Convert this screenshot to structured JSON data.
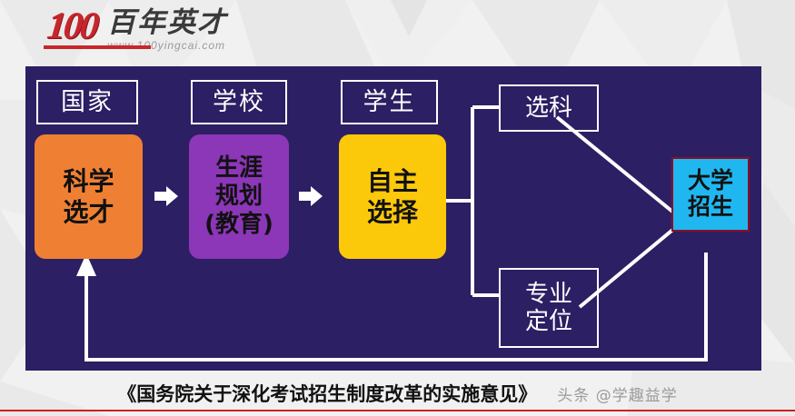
{
  "header": {
    "logo_mark": "100",
    "brand_cn": "百年英才",
    "brand_url": "www.100yingcai.com"
  },
  "diagram": {
    "panel_color": "#2c1f63",
    "roles": [
      {
        "id": "role-country",
        "label": "国家"
      },
      {
        "id": "role-school",
        "label": "学校"
      },
      {
        "id": "role-student",
        "label": "学生"
      }
    ],
    "chips": [
      {
        "id": "chip-select-talent",
        "lines": [
          "科学",
          "选才"
        ],
        "color": "#ef8033",
        "owner": "国家"
      },
      {
        "id": "chip-career-plan",
        "lines": [
          "生涯",
          "规划",
          "(教育)"
        ],
        "color": "#8c36b8",
        "owner": "学校"
      },
      {
        "id": "chip-self-choice",
        "lines": [
          "自主",
          "选择"
        ],
        "color": "#fcc80a",
        "owner": "学生"
      }
    ],
    "outcomes": [
      {
        "id": "outcome-subject",
        "lines": [
          "选科"
        ],
        "emphasis": "科"
      },
      {
        "id": "outcome-major",
        "lines": [
          "专业",
          "定位"
        ],
        "emphasis": ""
      }
    ],
    "destination": {
      "id": "dest-university-admission",
      "lines": [
        "大学",
        "招生"
      ],
      "color": "#20b7f0",
      "border_color": "#8c1020"
    },
    "arrows": [
      {
        "id": "arrow-1",
        "from": "科学选才",
        "to": "生涯规划(教育)",
        "style": "block"
      },
      {
        "id": "arrow-2",
        "from": "生涯规划(教育)",
        "to": "自主选择",
        "style": "block"
      },
      {
        "id": "brace-1",
        "from": "自主选择",
        "to": [
          "选科",
          "专业定位"
        ],
        "style": "brace"
      },
      {
        "id": "line-1",
        "from": "选科",
        "to": "大学招生",
        "style": "line"
      },
      {
        "id": "line-2",
        "from": "专业定位",
        "to": "大学招生",
        "style": "line"
      },
      {
        "id": "feedback",
        "from": "大学招生",
        "to": "科学选才",
        "style": "feedback-arrow"
      }
    ]
  },
  "footer": {
    "caption": "《国务院关于深化考试招生制度改革的实施意见》",
    "watermark": "头条 @学趣益学",
    "rule_color": "#cf2020"
  }
}
